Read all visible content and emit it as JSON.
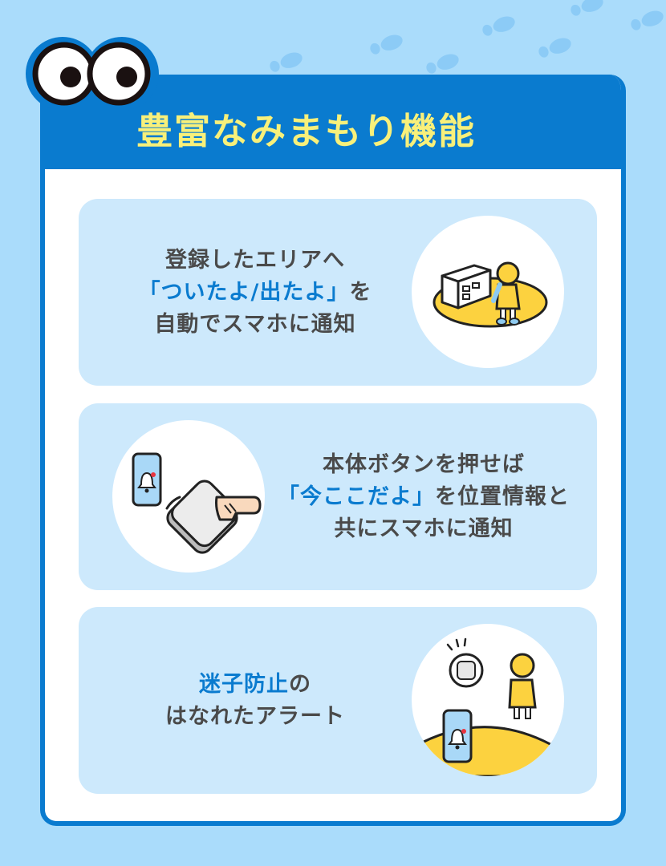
{
  "header": {
    "title": "豊富なみまもり機能"
  },
  "colors": {
    "background": "#aadcfb",
    "panel_border": "#0a7bcf",
    "title_text": "#f8f07a",
    "card_bg": "#cde9fc",
    "highlight_text": "#0a7bcf",
    "body_text": "#4a4a4a",
    "accent_yellow": "#fcd23f"
  },
  "features": [
    {
      "line1": "登録したエリアへ",
      "line2_highlight": "「ついたよ/出たよ」",
      "line2_rest": "を",
      "line3": "自動でスマホに通知",
      "illustration": "child-arriving-at-school-area-illustration"
    },
    {
      "line1": "本体ボタンを押せば",
      "line2_highlight": "「今ここだよ」",
      "line2_rest": "を位置情報と",
      "line3": "共にスマホに通知",
      "illustration": "finger-pressing-device-button-illustration"
    },
    {
      "line1_highlight": "迷子防止",
      "line1_rest": "の",
      "line2": "はなれたアラート",
      "illustration": "child-walking-away-alert-illustration"
    }
  ]
}
